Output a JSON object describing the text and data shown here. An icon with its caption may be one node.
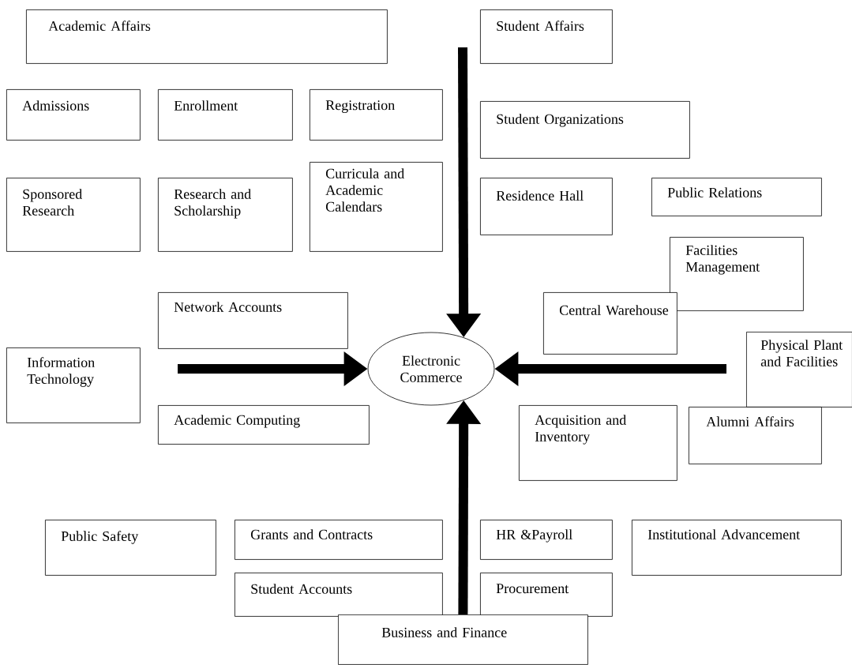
{
  "diagram": {
    "nodes": [
      {
        "text": [
          "Academic Affairs"
        ]
      },
      {
        "text": [
          "Student Affairs"
        ]
      },
      {
        "text": [
          "Admissions"
        ]
      },
      {
        "text": [
          "Enrollment"
        ]
      },
      {
        "text": [
          "Registration"
        ]
      },
      {
        "text": [
          "Student Organizations"
        ]
      },
      {
        "text": [
          "Sponsored Research"
        ]
      },
      {
        "text": [
          "Research and Scholarship"
        ]
      },
      {
        "text": [
          "Curricula and Academic Calendars"
        ]
      },
      {
        "text": [
          "Residence Hall"
        ]
      },
      {
        "text": [
          "Public Relations"
        ]
      },
      {
        "text": [
          "Facilities Management"
        ]
      },
      {
        "text": [
          "Network Accounts"
        ]
      },
      {
        "text": [
          "Central Warehouse"
        ]
      },
      {
        "text": [
          "Electronic Commerce"
        ]
      },
      {
        "text": [
          "Physical Plant and Facilities"
        ]
      },
      {
        "text": [
          "Information Technology"
        ]
      },
      {
        "text": [
          "Academic Computing"
        ]
      },
      {
        "text": [
          "Acquisition and Inventory"
        ]
      },
      {
        "text": [
          "Alumni Affairs"
        ]
      },
      {
        "text": [
          "Public Safety"
        ]
      },
      {
        "text": [
          "Grants and Contracts"
        ]
      },
      {
        "text": [
          "HR &Payroll"
        ]
      },
      {
        "text": [
          "Institutional Advancement"
        ]
      },
      {
        "text": [
          "Student Accounts"
        ]
      },
      {
        "text": [
          "Procurement"
        ]
      },
      {
        "text": [
          "Business and Finance"
        ]
      }
    ],
    "edges": [
      {
        "from": null,
        "to": 14,
        "arrow": "to"
      },
      {
        "from": null,
        "to": 14,
        "arrow": "to"
      },
      {
        "from": null,
        "to": 14,
        "arrow": "to"
      },
      {
        "from": 26,
        "to": 14,
        "arrow": "to"
      }
    ]
  }
}
